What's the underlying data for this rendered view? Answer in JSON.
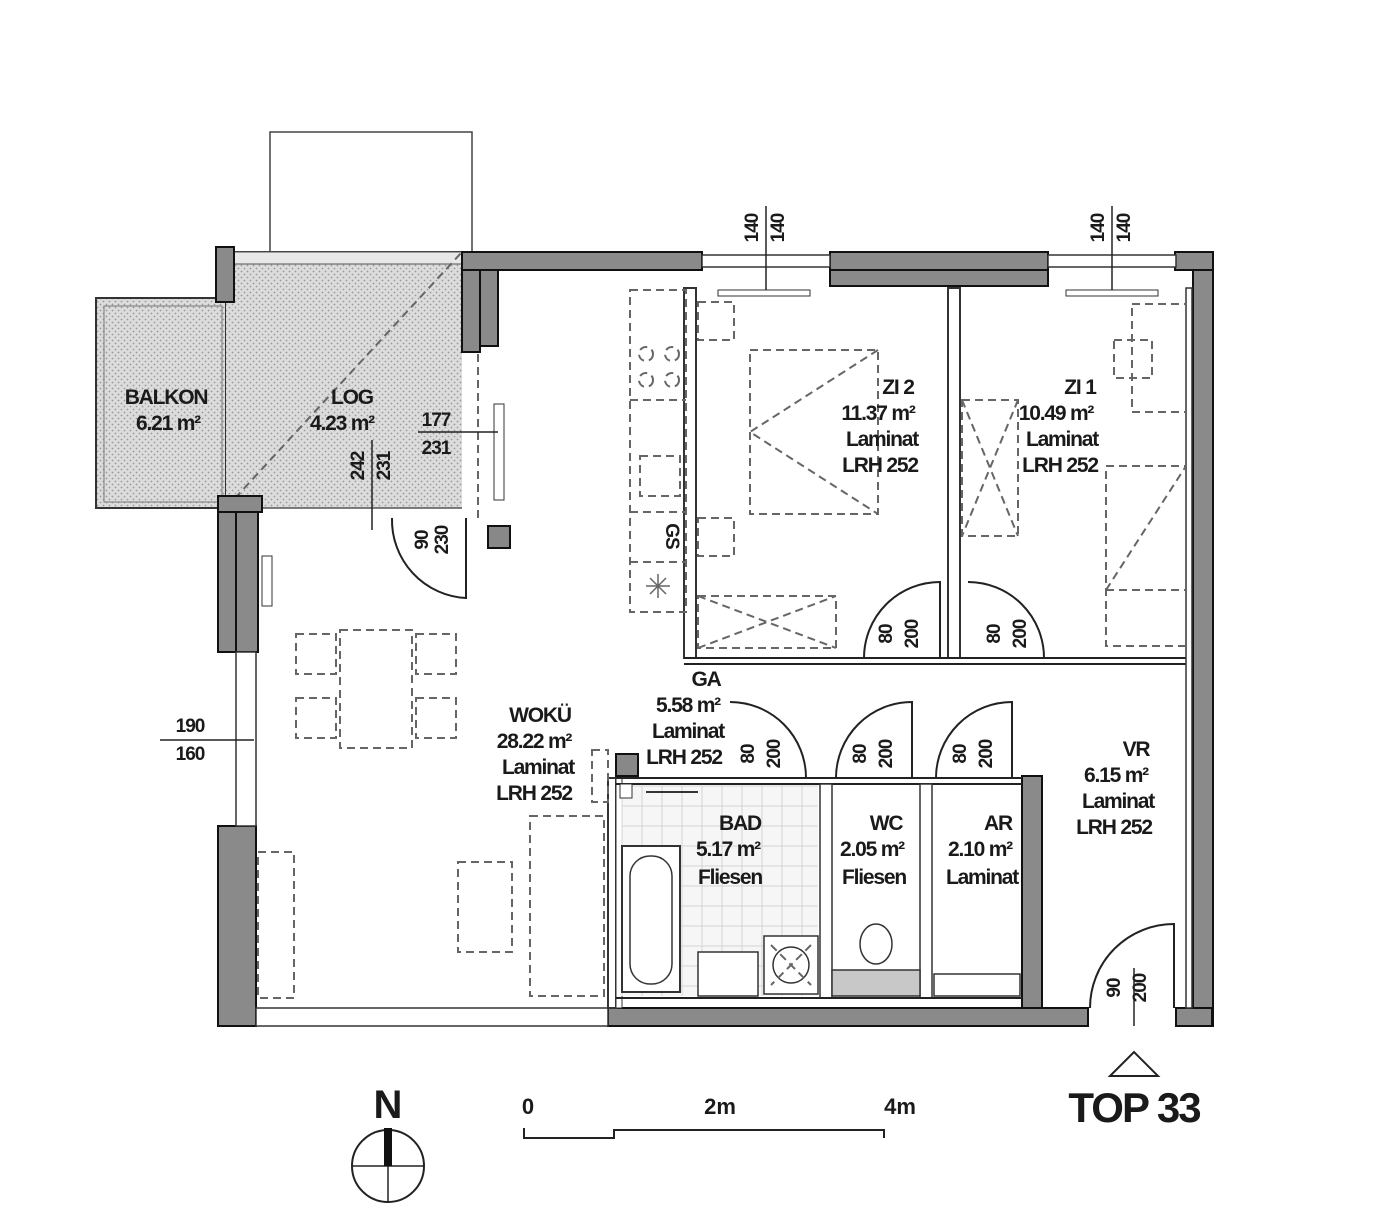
{
  "rooms": {
    "balkon": {
      "name": "BALKON",
      "area": "6.21  m²"
    },
    "log": {
      "name": "LOG",
      "area": "4.23  m²"
    },
    "woku": {
      "name": "WOKÜ",
      "area": "28.22  m²",
      "floor": "Laminat",
      "height": "LRH 252"
    },
    "zi2": {
      "name": "ZI 2",
      "area": "11.37  m²",
      "floor": "Laminat",
      "height": "LRH 252"
    },
    "zi1": {
      "name": "ZI 1",
      "area": "10.49  m²",
      "floor": "Laminat",
      "height": "LRH 252"
    },
    "ga": {
      "name": "GA",
      "area": "5.58  m²",
      "floor": "Laminat",
      "height": "LRH 252"
    },
    "bad": {
      "name": "BAD",
      "area": "5.17  m²",
      "floor": "Fliesen"
    },
    "wc": {
      "name": "WC",
      "area": "2.05  m²",
      "floor": "Fliesen"
    },
    "ar": {
      "name": "AR",
      "area": "2.10  m²",
      "floor": "Laminat"
    },
    "vr": {
      "name": "VR",
      "area": "6.15  m²",
      "floor": "Laminat",
      "height": "LRH 252"
    }
  },
  "dimensions": {
    "log_window": [
      "177",
      "231"
    ],
    "log_door": [
      "242",
      "231"
    ],
    "woku_door": [
      "90",
      "230"
    ],
    "west_window": [
      "190",
      "160"
    ],
    "zi2_window": [
      "140",
      "140"
    ],
    "zi1_window": [
      "140",
      "140"
    ],
    "zi2_door": [
      "80",
      "200"
    ],
    "zi1_door": [
      "80",
      "200"
    ],
    "bad_door": [
      "80",
      "200"
    ],
    "wc_door": [
      "80",
      "200"
    ],
    "ar_door": [
      "80",
      "200"
    ],
    "entry_door": [
      "90",
      "200"
    ]
  },
  "kitchen_mark": "GS",
  "north_label": "N",
  "scale_labels": [
    "0",
    "2m",
    "4m"
  ],
  "unit_label": "TOP 33"
}
